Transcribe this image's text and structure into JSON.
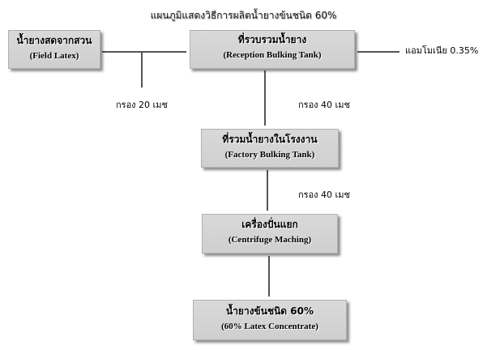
{
  "title": "แผนภูมิแสดงวิธีการผลิตน้ำยางข้นชนิด 60%",
  "nodes": {
    "field_latex": {
      "th": "น้ำยางสดจากสวน",
      "en": "(Field Latex)"
    },
    "reception_tank": {
      "th": "ที่รวบรวมน้ำยาง",
      "en": "(Reception Bulking Tank)"
    },
    "factory_tank": {
      "th": "ที่รวมน้ำยางในโรงงาน",
      "en": "(Factory Bulking Tank)"
    },
    "centrifuge": {
      "th": "เครื่องปั่นแยก",
      "en": "(Centrifuge Maching)"
    },
    "concentrate": {
      "th": "น้ำยางข้นชนิด 60%",
      "en": "(60% Latex Concentrate)"
    }
  },
  "notes": {
    "ammonia": "แอมโมเนีย 0.35%",
    "filter_20": "กรอง 20 เมช",
    "filter_40_first": "กรอง 40 เมช",
    "filter_40_second": "กรอง 40 เมช"
  },
  "colors": {
    "box_fill": "#d4d4d4",
    "connector": "#555555"
  }
}
